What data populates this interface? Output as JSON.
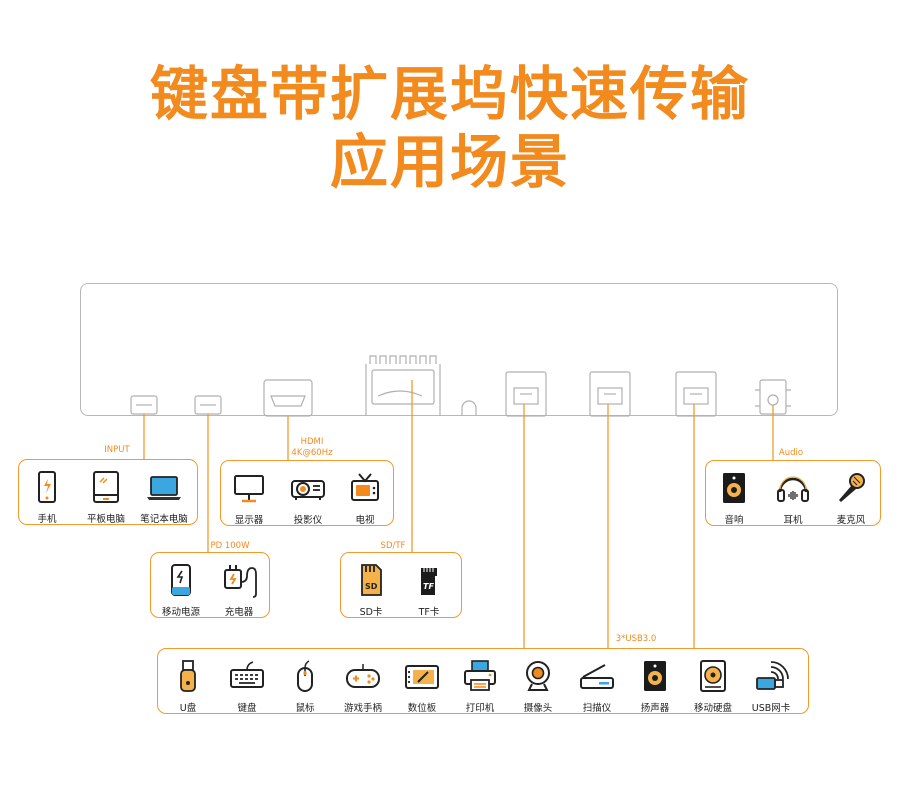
{
  "title": {
    "line1": "键盘带扩展坞快速传输",
    "line2": "应用场景"
  },
  "colors": {
    "accent": "#f28a1e",
    "line": "#f29a2e",
    "icon": "#222222",
    "hub_border": "#b8b8b8"
  },
  "groups": {
    "input": {
      "label": "INPUT",
      "items": [
        {
          "icon": "phone-icon",
          "label": "手机"
        },
        {
          "icon": "tablet-icon",
          "label": "平板电脑"
        },
        {
          "icon": "laptop-icon",
          "label": "笔记本电脑"
        }
      ]
    },
    "pd": {
      "label": "PD 100W",
      "items": [
        {
          "icon": "power-bank-icon",
          "label": "移动电源"
        },
        {
          "icon": "charger-icon",
          "label": "充电器"
        }
      ]
    },
    "hdmi": {
      "label_line1": "HDMI",
      "label_line2": "4K@60Hz",
      "items": [
        {
          "icon": "monitor-icon",
          "label": "显示器"
        },
        {
          "icon": "projector-icon",
          "label": "投影仪"
        },
        {
          "icon": "tv-icon",
          "label": "电视"
        }
      ]
    },
    "sdtf": {
      "label": "SD/TF",
      "items": [
        {
          "icon": "sd-card-icon",
          "label": "SD卡"
        },
        {
          "icon": "tf-card-icon",
          "label": "TF卡"
        }
      ]
    },
    "usb": {
      "label": "3*USB3.0",
      "items": [
        {
          "icon": "usb-drive-icon",
          "label": "U盘"
        },
        {
          "icon": "keyboard-icon",
          "label": "键盘"
        },
        {
          "icon": "mouse-icon",
          "label": "鼠标"
        },
        {
          "icon": "gamepad-icon",
          "label": "游戏手柄"
        },
        {
          "icon": "drawing-tablet-icon",
          "label": "数位板"
        },
        {
          "icon": "printer-icon",
          "label": "打印机"
        },
        {
          "icon": "webcam-icon",
          "label": "摄像头"
        },
        {
          "icon": "scanner-icon",
          "label": "扫描仪"
        },
        {
          "icon": "speaker-icon",
          "label": "扬声器"
        },
        {
          "icon": "hard-drive-icon",
          "label": "移动硬盘"
        },
        {
          "icon": "usb-wifi-icon",
          "label": "USB网卡"
        }
      ]
    },
    "audio": {
      "label": "Audio",
      "items": [
        {
          "icon": "speaker-icon",
          "label": "音响"
        },
        {
          "icon": "headphones-icon",
          "label": "耳机"
        },
        {
          "icon": "microphone-icon",
          "label": "麦克风"
        }
      ]
    }
  }
}
